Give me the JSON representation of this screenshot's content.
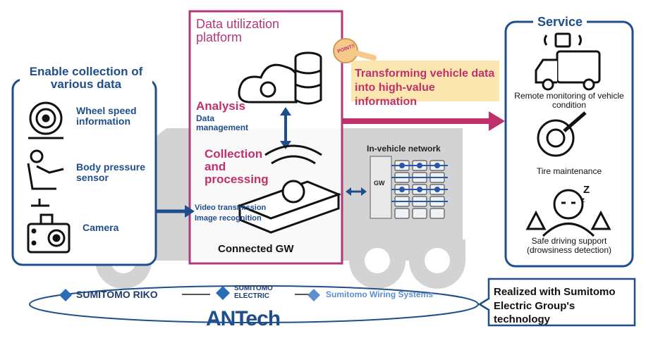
{
  "left_panel": {
    "title": "Enable collection of various data",
    "items": [
      {
        "label": "Wheel speed information",
        "icon": "wheel-icon"
      },
      {
        "label": "Body pressure sensor",
        "icon": "seat-icon"
      },
      {
        "label": "Camera",
        "icon": "camera-icon"
      }
    ]
  },
  "platform": {
    "title": "Data utilization platform",
    "analysis": "Analysis",
    "data_management": "Data management",
    "collection": "Collection and processing",
    "video": "Video transmission",
    "image": "Image recognition",
    "gateway_label": "Connected GW"
  },
  "network": {
    "title": "In-vehicle network",
    "gw": "GW"
  },
  "callout": {
    "point_badge": "POINT!!",
    "text": "Transforming vehicle data into high-value information"
  },
  "service": {
    "title": "Service",
    "items": [
      {
        "label": "Remote monitoring of vehicle condition",
        "icon": "truck-monitor-icon"
      },
      {
        "label": "Tire maintenance",
        "icon": "tire-wrench-icon"
      },
      {
        "label": "Safe driving support (drowsiness detection)",
        "icon": "drowsy-driver-icon"
      }
    ]
  },
  "companies": [
    "SUMITOMO RIKO",
    "SUMITOMO ELECTRIC",
    "Sumitomo Wiring Systems"
  ],
  "brand": "ANTech",
  "realized": "Realized with Sumitomo Electric Group's technology",
  "colors": {
    "blue": "#1f4e8c",
    "magenta": "#c0306b",
    "gray": "#cfcfcf",
    "callout": "#fbe6b0"
  }
}
